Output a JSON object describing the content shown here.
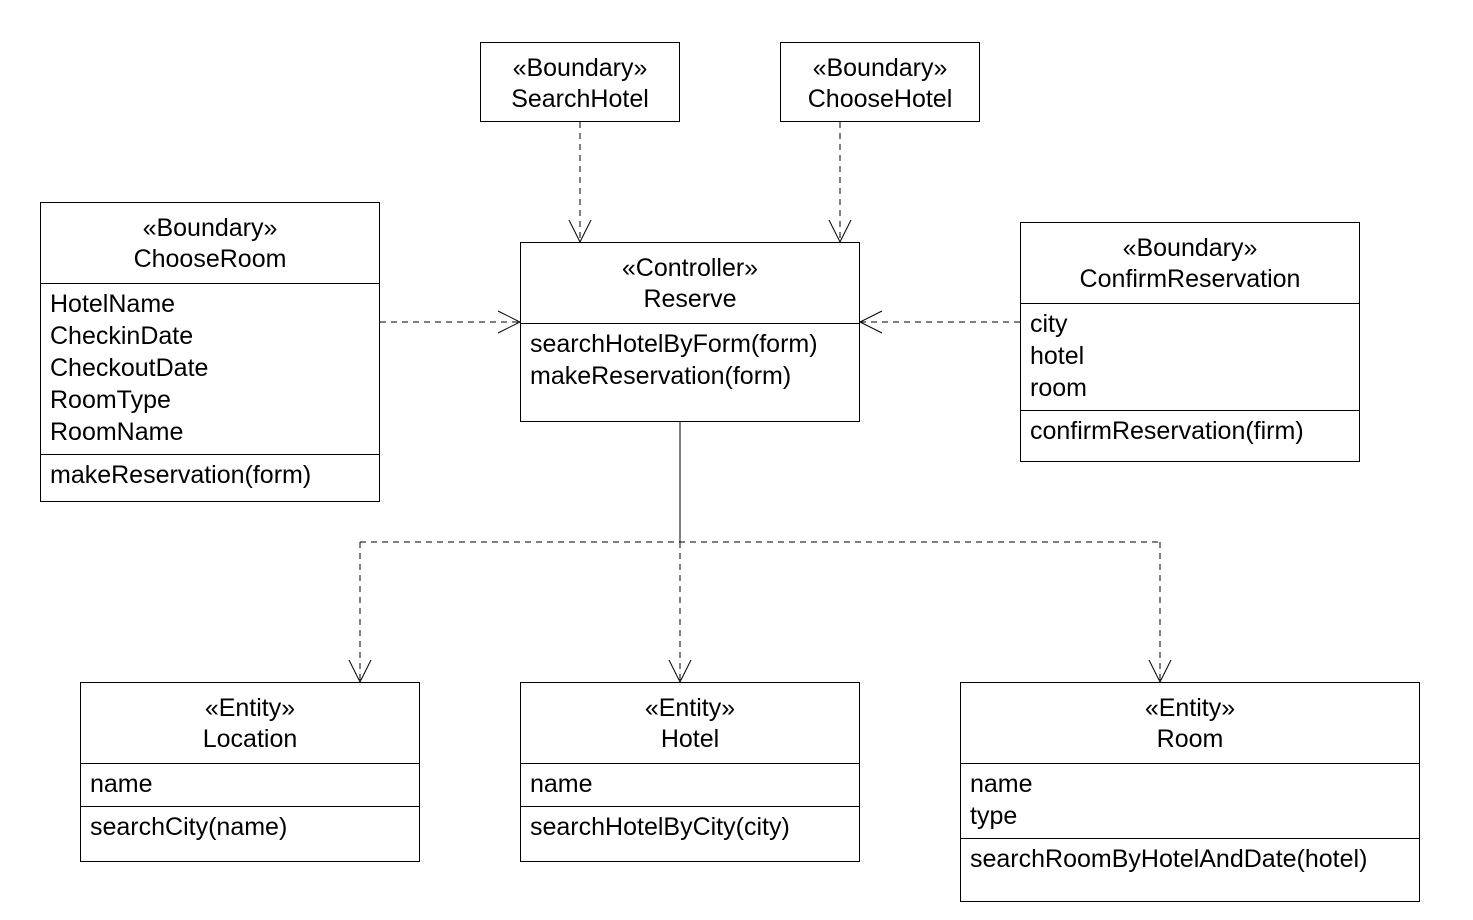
{
  "classes": {
    "search_hotel": {
      "stereotype": "«Boundary»",
      "name": "SearchHotel"
    },
    "choose_hotel": {
      "stereotype": "«Boundary»",
      "name": "ChooseHotel"
    },
    "choose_room": {
      "stereotype": "«Boundary»",
      "name": "ChooseRoom",
      "attributes": [
        "HotelName",
        "CheckinDate",
        "CheckoutDate",
        "RoomType",
        "RoomName"
      ],
      "operations": [
        "makeReservation(form)"
      ]
    },
    "reserve": {
      "stereotype": "«Controller»",
      "name": "Reserve",
      "operations": [
        "searchHotelByForm(form)",
        "makeReservation(form)"
      ]
    },
    "confirm_reservation": {
      "stereotype": "«Boundary»",
      "name": "ConfirmReservation",
      "attributes": [
        "city",
        "hotel",
        "room"
      ],
      "operations": [
        "confirmReservation(firm)"
      ]
    },
    "location": {
      "stereotype": "«Entity»",
      "name": "Location",
      "attributes": [
        "name"
      ],
      "operations": [
        "searchCity(name)"
      ]
    },
    "hotel": {
      "stereotype": "«Entity»",
      "name": "Hotel",
      "attributes": [
        "name"
      ],
      "operations": [
        "searchHotelByCity(city)"
      ]
    },
    "room": {
      "stereotype": "«Entity»",
      "name": "Room",
      "attributes": [
        "name",
        "type"
      ],
      "operations": [
        "searchRoomByHotelAndDate(hotel)"
      ]
    }
  },
  "dependencies": [
    {
      "from": "search_hotel",
      "to": "reserve"
    },
    {
      "from": "choose_hotel",
      "to": "reserve"
    },
    {
      "from": "choose_room",
      "to": "reserve"
    },
    {
      "from": "confirm_reservation",
      "to": "reserve"
    },
    {
      "from": "reserve",
      "to": "location"
    },
    {
      "from": "reserve",
      "to": "hotel"
    },
    {
      "from": "reserve",
      "to": "room"
    }
  ]
}
